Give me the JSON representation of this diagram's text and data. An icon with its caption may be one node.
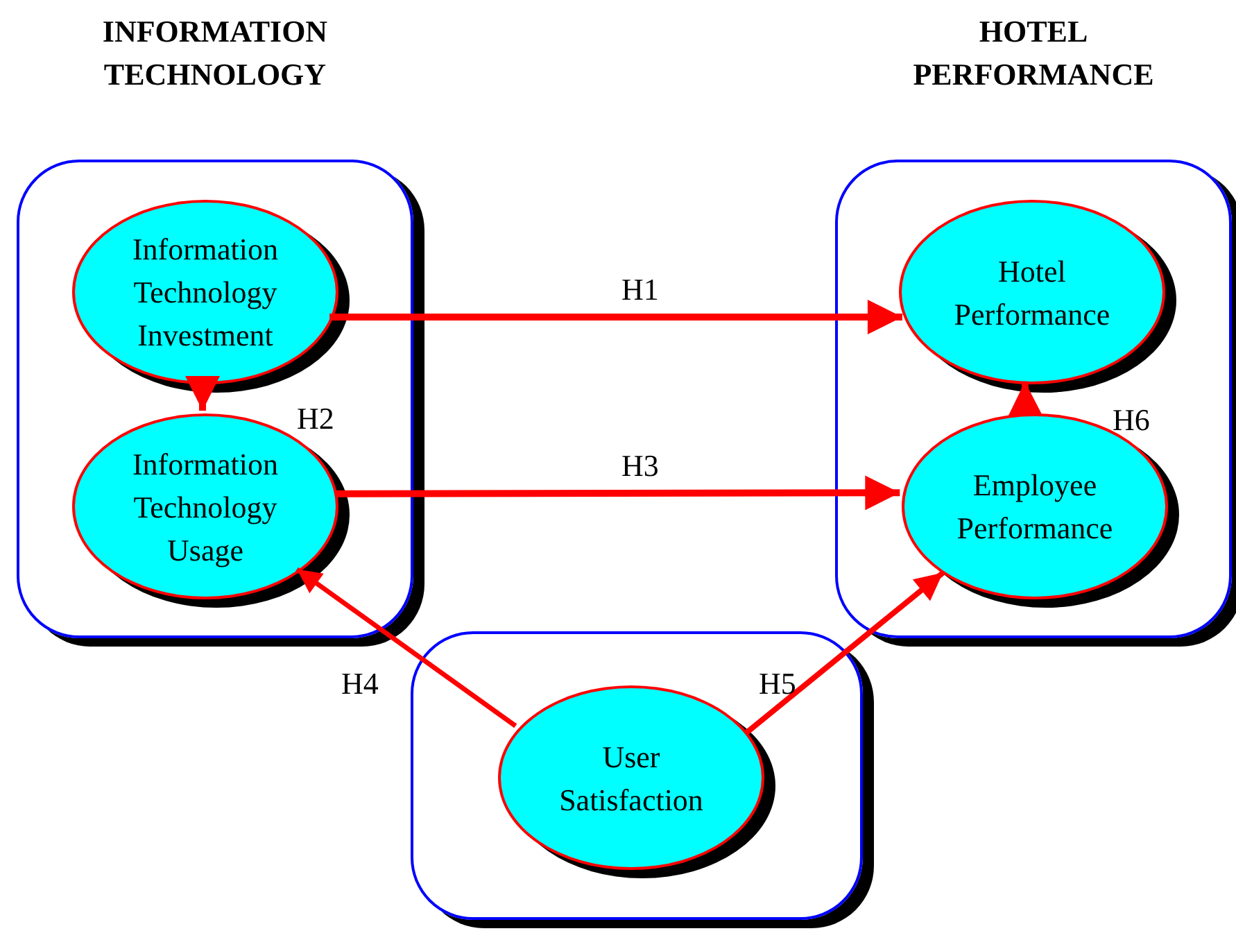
{
  "diagram": {
    "nodes": [
      {
        "text": [
          "INFORMATION TECHNOLOGY"
        ]
      },
      {
        "text": [
          "Information Technology Investment"
        ],
        "in": 0
      },
      {
        "text": [
          "Information Technology Usage"
        ],
        "in": 0
      },
      {
        "text": [
          "HOTEL PERFORMANCE"
        ]
      },
      {
        "text": [
          "Hotel Performance"
        ],
        "in": 3
      },
      {
        "text": [
          "Employee Performance"
        ],
        "in": 3
      },
      {
        "text": [],
        "shape": "box"
      },
      {
        "text": [
          "User Satisfaction"
        ],
        "in": 6
      }
    ],
    "edges": [
      {
        "from": 1,
        "to": 4,
        "arrow": "to",
        "label": "H1"
      },
      {
        "from": 1,
        "to": 2,
        "arrow": "to",
        "label": "H2"
      },
      {
        "from": 2,
        "to": 5,
        "arrow": "to",
        "label": "H3"
      },
      {
        "from": 7,
        "to": 2,
        "arrow": "to",
        "label": "H4"
      },
      {
        "from": 7,
        "to": 5,
        "arrow": "to",
        "label": "H5"
      },
      {
        "from": 5,
        "to": 4,
        "arrow": "to",
        "label": "H6"
      }
    ]
  }
}
